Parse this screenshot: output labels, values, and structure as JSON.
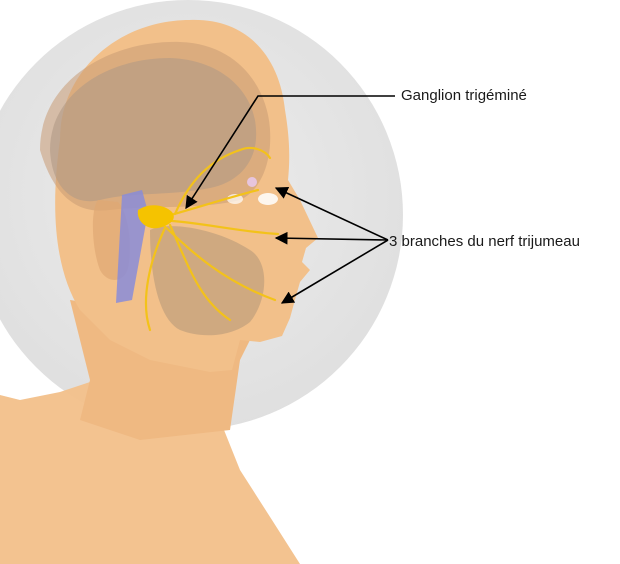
{
  "labels": {
    "ganglion": "Ganglion trigéminé",
    "branches": "3 branches du nerf trijumeau"
  },
  "colors": {
    "skin": "#f2c08a",
    "skin_shadow": "#e3a970",
    "background_disc": "#e6e6e6",
    "nerve": "#f3c21a",
    "ganglion": "#f5c300",
    "skull": "#9a8a78",
    "vessel": "#8a8cd8",
    "arrow": "#000000"
  },
  "icons": {
    "ganglion_marker": "ganglion-shape",
    "arrowheads": "arrow-head"
  }
}
